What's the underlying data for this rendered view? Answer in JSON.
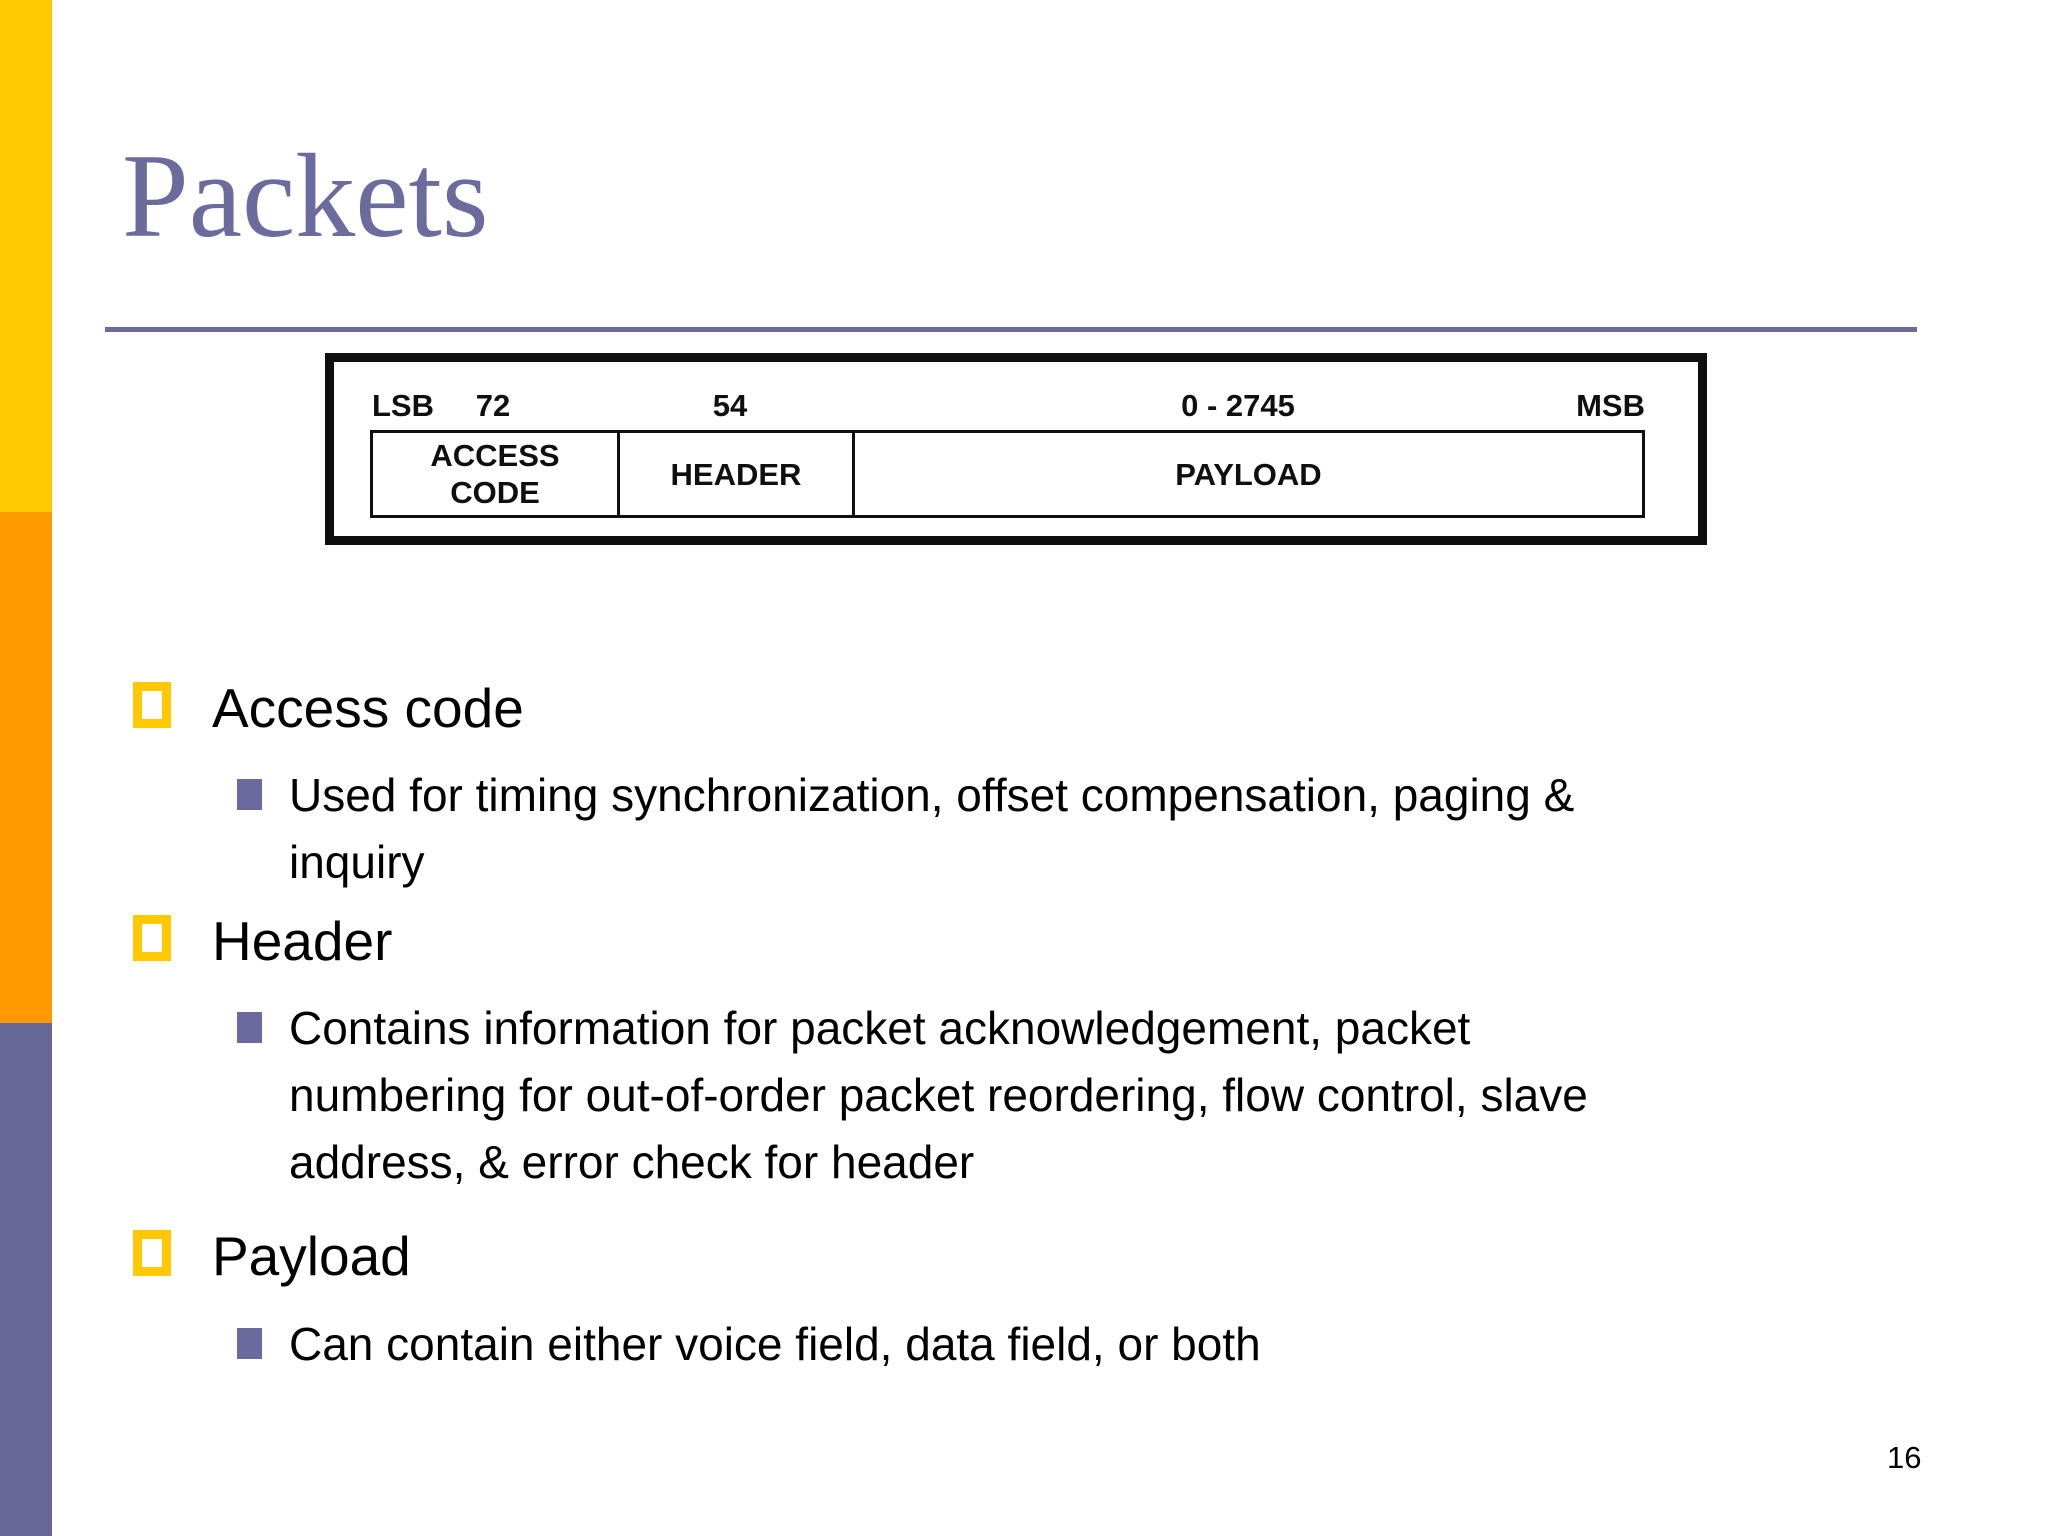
{
  "title": {
    "text": "Packets",
    "color": "#6b6b9e"
  },
  "sidebar": {
    "colors": {
      "top": "#FFC800",
      "middle": "#FF9900",
      "bottom": "#666699"
    }
  },
  "diagram": {
    "top_labels": {
      "lsb": "LSB",
      "access_bits": "72",
      "header_bits": "54",
      "payload_bits": "0 - 2745",
      "msb": "MSB"
    },
    "cells": [
      {
        "label_lines": [
          "ACCESS",
          "CODE"
        ]
      },
      {
        "label_lines": [
          "HEADER"
        ]
      },
      {
        "label_lines": [
          "PAYLOAD"
        ]
      }
    ]
  },
  "bullets": [
    {
      "heading": "Access code",
      "sub_lines": [
        "Used for timing synchronization, offset compensation, paging &",
        "inquiry"
      ]
    },
    {
      "heading": "Header",
      "sub_lines": [
        "Contains information for packet acknowledgement, packet",
        "numbering for out-of-order packet reordering, flow control, slave",
        "address, & error check for header"
      ]
    },
    {
      "heading": "Payload",
      "sub_lines": [
        "Can contain either voice field, data field, or both"
      ]
    }
  ],
  "page": {
    "number": "16"
  },
  "accent_colors": {
    "bullet_yellow": "#FFC800",
    "bullet_purple": "#6a6a9f",
    "title_purple": "#6b6b9e"
  }
}
